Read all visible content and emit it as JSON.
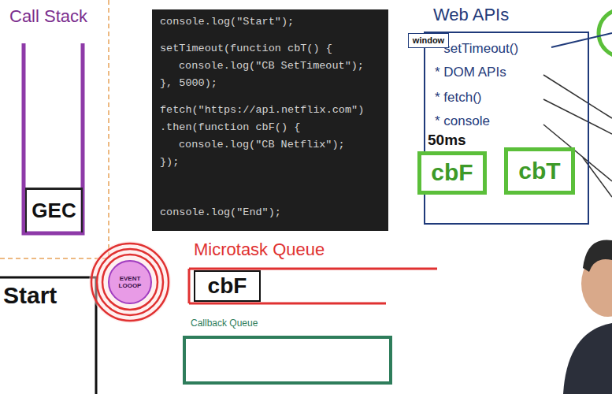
{
  "diagram": {
    "nodes": [
      {
        "text": [
          "Call Stack"
        ]
      },
      {
        "text": [
          "GEC"
        ],
        "in": 0
      },
      {
        "text": [
          "console.log(\"Start\");",
          "setTimeout(function cbT() {",
          "console.log(\"CB SetTimeout\");",
          "}, 5000);",
          "fetch(\"https://api.netflix.com\")",
          ".then(function cbF() {",
          "console.log(\"CB Netflix\");",
          "});",
          "console.log(\"End\");"
        ]
      },
      {
        "text": [
          "Web APIs",
          "* setTimeout()",
          "* DOM APIs",
          "* fetch()",
          "* console"
        ]
      },
      {
        "text": [
          "window"
        ],
        "in": 3
      },
      {
        "text": [
          "cbF"
        ],
        "in": 3
      },
      {
        "text": [
          "cbT"
        ],
        "in": 3
      },
      {
        "text": [
          "EVENT LOOOP"
        ]
      },
      {
        "text": [
          "Microtask Queue"
        ]
      },
      {
        "text": [
          "cbF"
        ],
        "in": 8
      },
      {
        "text": [
          "Callback Queue"
        ]
      }
    ],
    "labels": [
      "Start",
      "50ms"
    ]
  }
}
